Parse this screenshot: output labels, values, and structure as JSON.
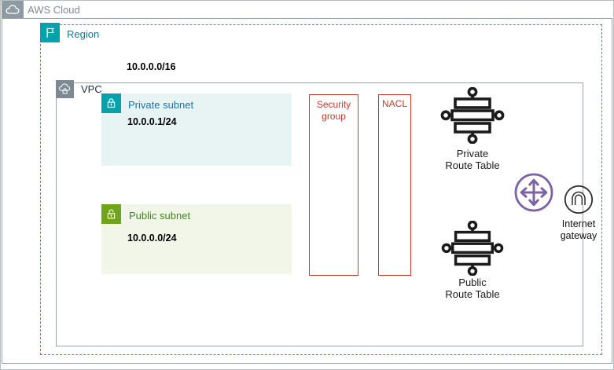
{
  "aws_cloud": {
    "label": "AWS Cloud"
  },
  "region": {
    "label": "Region",
    "cidr": "10.0.0.0/16"
  },
  "vpc": {
    "label": "VPC"
  },
  "private_subnet": {
    "label": "Private subnet",
    "cidr": "10.0.0.1/24"
  },
  "public_subnet": {
    "label": "Public subnet",
    "cidr": "10.0.0.0/24"
  },
  "security_group": {
    "label": "Security group"
  },
  "nacl": {
    "label": "NACL"
  },
  "route_tables": {
    "private_label": "Private\nRoute Table",
    "public_label": "Public\nRoute Table"
  },
  "internet_gateway": {
    "label": "Internet\ngateway"
  },
  "icons": {
    "aws_cloud": "cloud-icon",
    "region": "flag-icon",
    "vpc": "cloud-lock-icon",
    "private_subnet": "lock-closed-icon",
    "public_subnet": "lock-open-icon",
    "route_table": "route-table-icon",
    "crossing": "crossed-arrows-icon",
    "internet_gateway": "internet-gateway-icon"
  },
  "colors": {
    "region_teal": "#01A3AB",
    "region_label_teal": "#0E7E8C",
    "private_subnet_bg": "#E8F3F4",
    "private_label_blue": "#1478A8",
    "public_subnet_bg": "#F2F6E9",
    "public_green": "#6FA41D",
    "public_label_green": "#3F8624",
    "alert_red": "#C5392E",
    "gateway_purple": "#7D63A5",
    "group_grey": "#8E9BA2",
    "icon_black": "#1B1B1B"
  }
}
